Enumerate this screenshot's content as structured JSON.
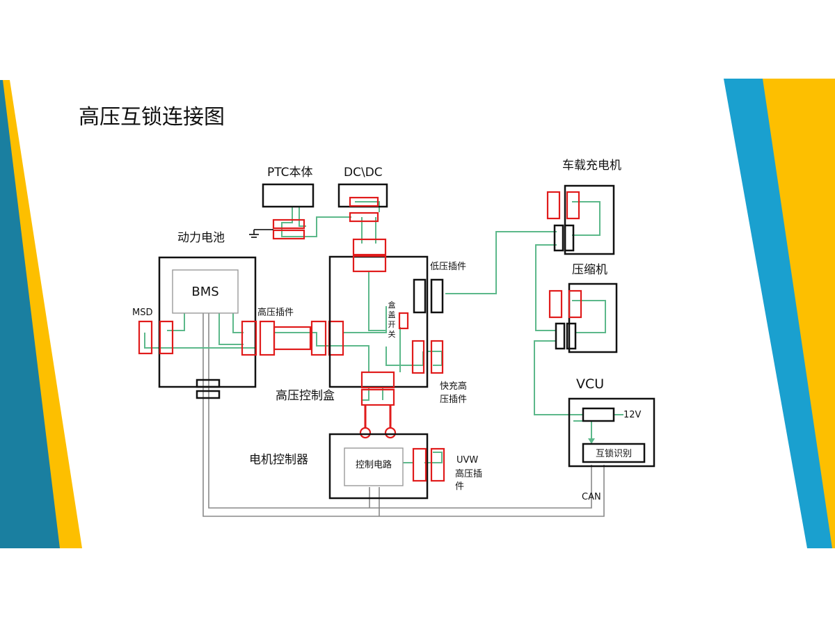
{
  "slide": {
    "title": "高压互锁连接图",
    "colors": {
      "teal": "#1a7fa0",
      "yellow": "#fdbf00",
      "blue": "#1aa0cf",
      "wire_green": "#5cb88a",
      "connector_red": "#e01b1b"
    }
  },
  "diagram": {
    "ptc": "PTC本体",
    "dcdc": "DC\\DC",
    "power_battery": "动力电池",
    "bms": "BMS",
    "msd": "MSD",
    "hv_connector": "高压插件",
    "lv_connector": "低压插件",
    "cover_switch": [
      "盒",
      "盖",
      "开",
      "关"
    ],
    "fast_charge": [
      "快充高",
      "压插件"
    ],
    "hv_control_box": "高压控制盒",
    "motor_controller": "电机控制器",
    "control_circuit": "控制电路",
    "uvw": "UVW",
    "uvw_connector": [
      "高压插",
      "件"
    ],
    "obc": "车载充电机",
    "compressor": "压缩机",
    "vcu": "VCU",
    "v12": "12V",
    "interlock_detect": "互锁识别",
    "can": "CAN"
  }
}
